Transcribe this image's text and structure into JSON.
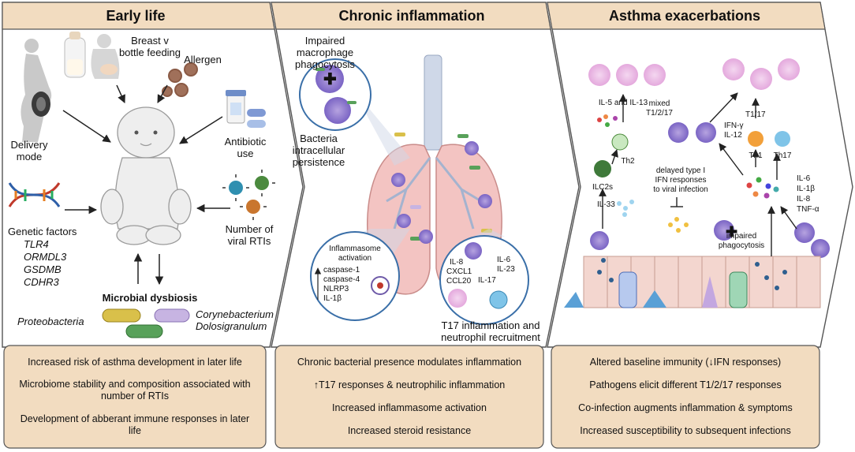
{
  "panels": {
    "early": {
      "title": "Early life",
      "labels": {
        "breast1": "Breast  v",
        "breast2": "bottle feeding",
        "allergen": "Allergen",
        "delivery1": "Delivery",
        "delivery2": "mode",
        "antibiotic1": "Antibiotic",
        "antibiotic2": "use",
        "genetic": "Genetic factors",
        "genes": [
          "TLR4",
          "ORMDL3",
          "GSDMB",
          "CDHR3"
        ],
        "viral1": "Number of",
        "viral2": "viral RTIs",
        "dysbiosis": "Microbial dysbiosis",
        "proteo": "Proteobacteria",
        "coryne": "Corynebacterium",
        "dolosi": "Dolosigranulum"
      },
      "summary": [
        "Increased risk of asthma development in later life",
        "Microbiome stability and composition associated with number of RTIs",
        "Development of abberant immune responses in later life"
      ]
    },
    "chronic": {
      "title": "Chronic inflammation",
      "labels": {
        "impaired1": "Impaired",
        "impaired2": "macrophage",
        "impaired3": "phagocytosis",
        "bacteria1": "Bacteria",
        "bacteria2": "intracellular",
        "bacteria3": "persistence",
        "infl1": "Inflammasome",
        "infl2": "activation",
        "casp1": "caspase-1",
        "casp4": "caspase-4",
        "nlrp3": "NLRP3",
        "il1b": "IL-1β",
        "il8": "IL-8",
        "cxcl1": "CXCL1",
        "ccl20": "CCL20",
        "il6": "IL-6",
        "il23": "IL-23",
        "il17": "IL-17",
        "t17a": "T17 inflammation and",
        "t17b": "neutrophil recruitment"
      },
      "summary": [
        "Chronic bacterial presence modulates inflammation",
        "↑T17 responses & neutrophilic inflammation",
        "Increased inflammasome activation",
        "Increased steroid resistance"
      ]
    },
    "exac": {
      "title": "Asthma exacerbations",
      "labels": {
        "il5": "IL-5 and IL-13",
        "mixed1": "mixed",
        "mixed2": "T1/2/17",
        "th2": "Th2",
        "ilc2s": "ILC2s",
        "il33": "IL-33",
        "t117": "T1/17",
        "ifng": "IFN-γ",
        "il12": "IL-12",
        "th1": "Th1",
        "th17": "Th17",
        "delayed1": "delayed type I",
        "delayed2": "IFN responses",
        "delayed3": "to viral infection",
        "rc_il6": "IL-6",
        "rc_il1b": "IL-1β",
        "rc_il8": "IL-8",
        "rc_tnfa": "TNF-α",
        "impaired1": "impaired",
        "impaired2": "phagocytosis"
      },
      "summary": [
        "Altered baseline immunity (↓IFN responses)",
        "Pathogens elicit different T1/2/17 responses",
        "Co-infection augments inflammation & symptoms",
        "Increased susceptibility to subsequent infections"
      ]
    }
  }
}
